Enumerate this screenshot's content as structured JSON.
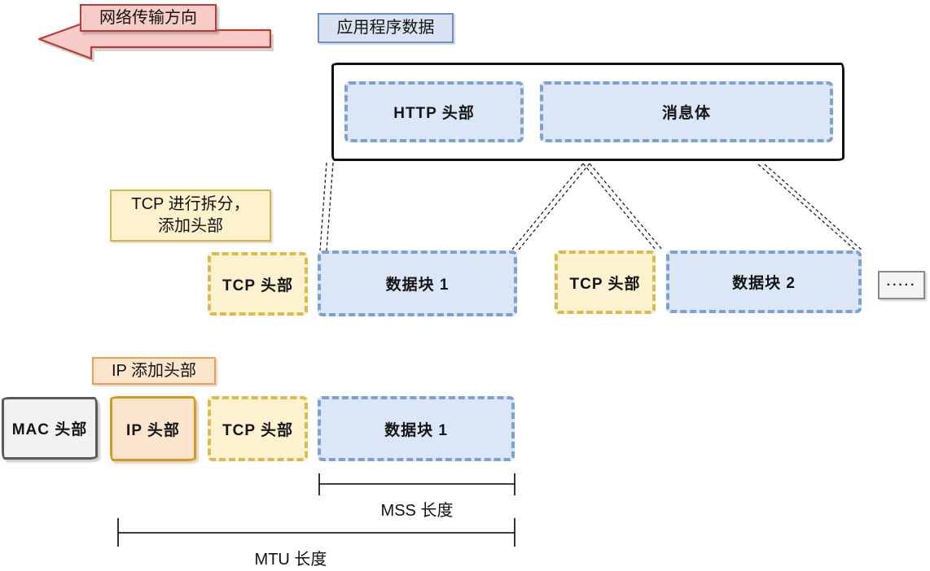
{
  "top": {
    "direction_label": "网络传输方向",
    "app_data_label": "应用程序数据"
  },
  "app_box": {
    "http_header": "HTTP 头部",
    "message_body": "消息体"
  },
  "tcp_layer": {
    "note_line1": "TCP 进行拆分，",
    "note_line2": "添加头部",
    "segments": [
      {
        "header": "TCP 头部",
        "data": "数据块 1"
      },
      {
        "header": "TCP 头部",
        "data": "数据块 2"
      }
    ],
    "ellipsis": "·····"
  },
  "ip_layer": {
    "note": "IP 添加头部",
    "mac_header": "MAC 头部",
    "ip_header": "IP 头部",
    "tcp_header": "TCP 头部",
    "data_block": "数据块 1"
  },
  "measures": {
    "mss": "MSS 长度",
    "mtu": "MTU 长度"
  },
  "colors": {
    "arrow_fill": "#f7cbc8",
    "arrow_border": "#bb3b33",
    "blue_box_fill": "#dbe7f7",
    "blue_box_border": "#7da1d4",
    "yellow_box_fill": "#fcf2d0",
    "yellow_box_border": "#ddb94f",
    "peach_box_fill": "#fce5cd",
    "peach_box_border": "#d69a1e",
    "gray_box_fill": "#f1f1f1",
    "gray_box_border": "#595959",
    "outline_black": "#111111"
  }
}
